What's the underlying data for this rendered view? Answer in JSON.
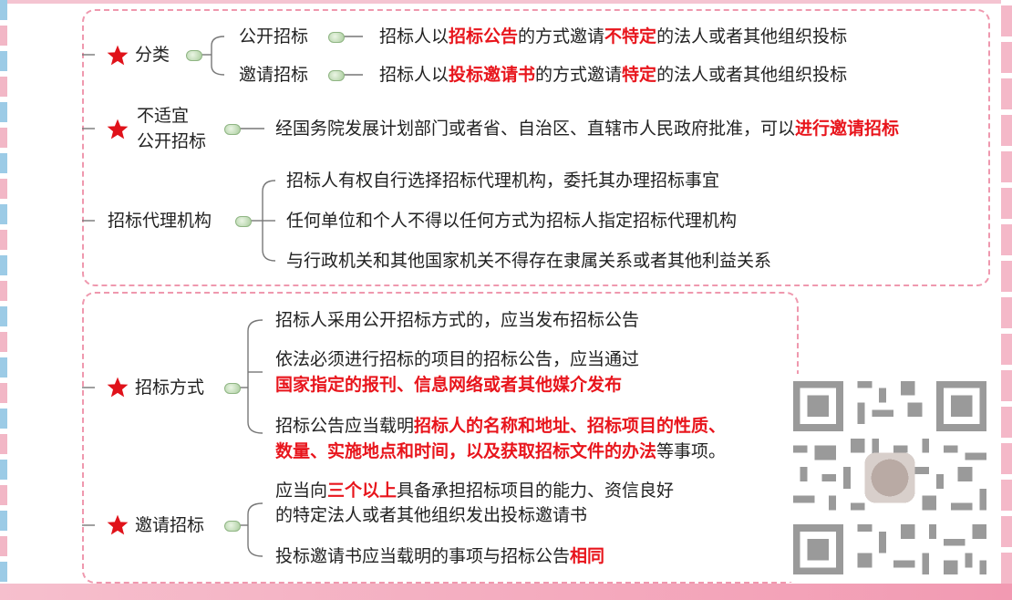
{
  "colors": {
    "accent_red": "#e8151c",
    "border_pink": "#ef98ae",
    "connector": "#777777"
  },
  "section1": {
    "category": {
      "label": "分类",
      "items": [
        {
          "name": "公开招标",
          "desc": [
            {
              "t": "招标人以",
              "r": false
            },
            {
              "t": "招标公告",
              "r": true
            },
            {
              "t": "的方式邀请",
              "r": false
            },
            {
              "t": "不特定",
              "r": true
            },
            {
              "t": "的法人或者其他组织投标",
              "r": false
            }
          ]
        },
        {
          "name": "邀请招标",
          "desc": [
            {
              "t": "招标人以",
              "r": false
            },
            {
              "t": "投标邀请书",
              "r": true
            },
            {
              "t": "的方式邀请",
              "r": false
            },
            {
              "t": "特定",
              "r": true
            },
            {
              "t": "的法人或者其他组织投标",
              "r": false
            }
          ]
        }
      ]
    },
    "unsuitable": {
      "label_line1": "不适宜",
      "label_line2": "公开招标",
      "desc": [
        {
          "t": "经国务院发展计划部门或者省、自治区、直辖市人民政府批准，可以",
          "r": false
        },
        {
          "t": "进行邀请招标",
          "r": true
        }
      ]
    },
    "agency": {
      "label": "招标代理机构",
      "items": [
        "招标人有权自行选择招标代理机构，委托其办理招标事宜",
        "任何单位和个人不得以任何方式为招标人指定招标代理机构",
        "与行政机关和其他国家机关不得存在隶属关系或者其他利益关系"
      ]
    }
  },
  "section2": {
    "method": {
      "label": "招标方式",
      "item1": "招标人采用公开招标方式的，应当发布招标公告",
      "item2_line1": "依法必须进行招标的项目的招标公告，应当通过",
      "item2_line2": "国家指定的报刊、信息网络或者其他媒介发布",
      "item3_line1": [
        {
          "t": "招标公告应当载明",
          "r": false
        },
        {
          "t": "招标人的名称和地址、招标项目的性质、",
          "r": true
        }
      ],
      "item3_line2": [
        {
          "t": "数量、实施地点和时间，以及获取招标文件的办法",
          "r": true
        },
        {
          "t": "等事项。",
          "r": false
        }
      ]
    },
    "invite": {
      "label": "邀请招标",
      "item1_line1": [
        {
          "t": "应当向",
          "r": false
        },
        {
          "t": "三个以上",
          "r": true
        },
        {
          "t": "具备承担招标项目的能力、资信良好",
          "r": false
        }
      ],
      "item1_line2": "的特定法人或者其他组织发出投标邀请书",
      "item2": [
        {
          "t": "投标邀请书应当载明的事项与招标公告",
          "r": false
        },
        {
          "t": "相同",
          "r": true
        }
      ]
    }
  }
}
